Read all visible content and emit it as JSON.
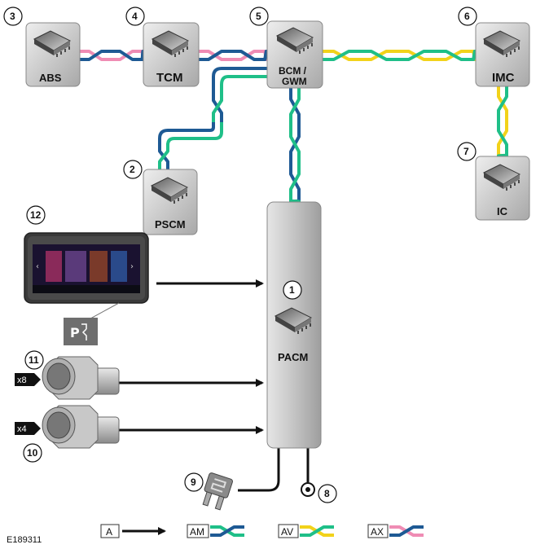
{
  "colors": {
    "green": "#1fbf88",
    "blue": "#1e5a94",
    "yellow": "#f2d21a",
    "pink": "#ef8cb4",
    "signal": "#111111"
  },
  "modules": {
    "abs": {
      "name": "ABS",
      "callout": "3"
    },
    "tcm": {
      "name": "TCM",
      "callout": "4"
    },
    "bcm": {
      "name_line1": "BCM /",
      "name_line2": "GWM",
      "callout": "5"
    },
    "imc": {
      "name": "IMC",
      "callout": "6"
    },
    "ic": {
      "name": "IC",
      "callout": "7"
    },
    "pscm": {
      "name": "PSCM",
      "callout": "2"
    },
    "pacm": {
      "name": "PACM",
      "callout": "1"
    }
  },
  "components": {
    "touchscreen": {
      "callout": "12",
      "icon": "park-assist-icon"
    },
    "front_sensor": {
      "callout": "11",
      "quantity": "x8"
    },
    "rear_sensor": {
      "callout": "10",
      "quantity": "x4"
    },
    "fuse": {
      "callout": "9",
      "icon": "fuse-icon"
    },
    "ground": {
      "callout": "8",
      "icon": "ground-icon"
    }
  },
  "legend": {
    "a": {
      "label": "A"
    },
    "am": {
      "label": "AM"
    },
    "av": {
      "label": "AV"
    },
    "ax": {
      "label": "AX"
    }
  },
  "figure_id": "E189311"
}
